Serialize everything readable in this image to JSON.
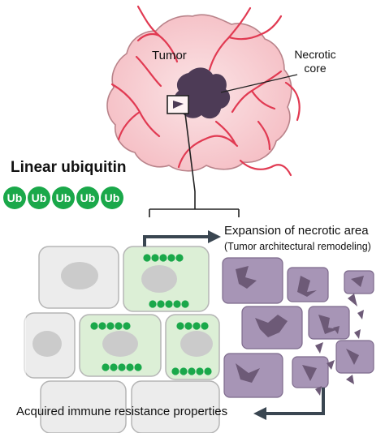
{
  "labels": {
    "tumor": "Tumor",
    "necrotic_core": "Necrotic core",
    "linear_ubiquitin": "Linear ubiquitin",
    "expansion": "Expansion of necrotic area",
    "remodeling": "(Tumor architectural remodeling)",
    "acquired": "Acquired immune resistance properties"
  },
  "ubiquitin_chain": [
    "Ub",
    "Ub",
    "Ub",
    "Ub",
    "Ub"
  ],
  "colors": {
    "tumor_fill": "#f7c8cc",
    "tumor_outline": "#b9838a",
    "blood_vessel": "#e13a52",
    "necrotic_core": "#4d3b56",
    "ubiquitin_green": "#1aa84a",
    "normal_cell": "#ececec",
    "ubiquitinated_cell": "#dcefd6",
    "nucleus": "#cbcbcb",
    "necrotic_cell": "#a795b6",
    "necrotic_fragment": "#6d5a77",
    "arrow": "#3a4651"
  }
}
